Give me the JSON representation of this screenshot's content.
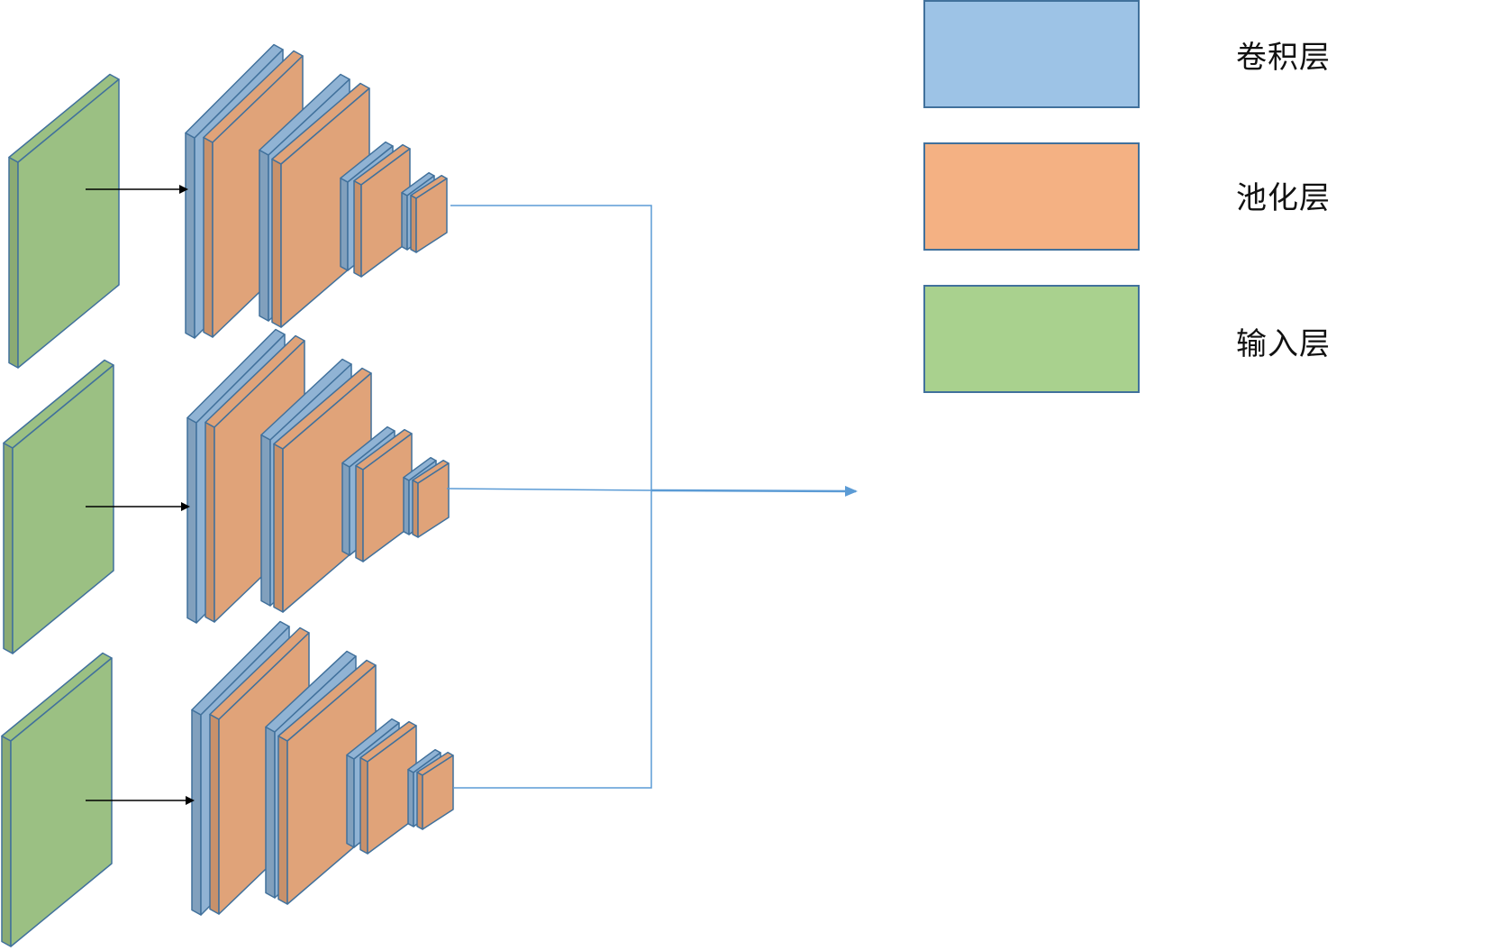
{
  "colors": {
    "conv": "#9dc3e6",
    "conv_block": "#8faed1",
    "pool": "#f4b183",
    "pool_block": "#d6996f",
    "input": "#a9d18e",
    "input_block": "#9ab87e",
    "connector": "#5b9bd5",
    "arrow": "#000000"
  },
  "legend": {
    "conv": {
      "label": "卷积层",
      "icon": "conv-swatch"
    },
    "pool": {
      "label": "池化层",
      "icon": "pool-swatch"
    },
    "input": {
      "label": "输入层",
      "icon": "input-swatch"
    }
  },
  "branches": [
    {
      "name": "branch-top"
    },
    {
      "name": "branch-middle"
    },
    {
      "name": "branch-bottom"
    }
  ]
}
